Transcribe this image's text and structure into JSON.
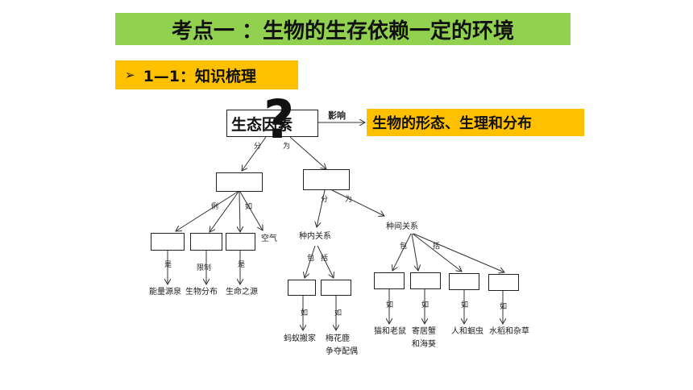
{
  "title": "考点一  ：生物的生存依赖一定的环境",
  "subtitle": "1—1：知识梳理",
  "bullet_icon": "arrow-bullet-icon",
  "diagram": {
    "factor": "生态因素",
    "question_mark": "?",
    "influence": "影响",
    "result": "生物的形态、生理和分布",
    "div1_a": "分",
    "div1_b": "为",
    "example_a": "例",
    "example_b": "如",
    "air": "空气",
    "is1": "是",
    "limit": "限制",
    "is2": "是",
    "energy": "能量源泉",
    "distribution": "生物分布",
    "life": "生命之源",
    "div2_a": "分",
    "div2_b": "为",
    "intra": "种内关系",
    "inter": "种间关系",
    "incl1_a": "包",
    "incl1_b": "括",
    "incl2_a": "包",
    "incl2_b": "括",
    "ru1": "如",
    "ru2": "如",
    "ru3": "如",
    "ru4": "如",
    "ru5": "如",
    "ru6": "如",
    "ex_ant": "蚂蚁搬家",
    "ex_deer_1": "梅花鹿",
    "ex_deer_2": "争夺配偶",
    "ex_cat": "猫和老鼠",
    "ex_crab_1": "寄居蟹",
    "ex_crab_2": "和海葵",
    "ex_worm": "人和蛔虫",
    "ex_rice": "水稻和杂草"
  }
}
